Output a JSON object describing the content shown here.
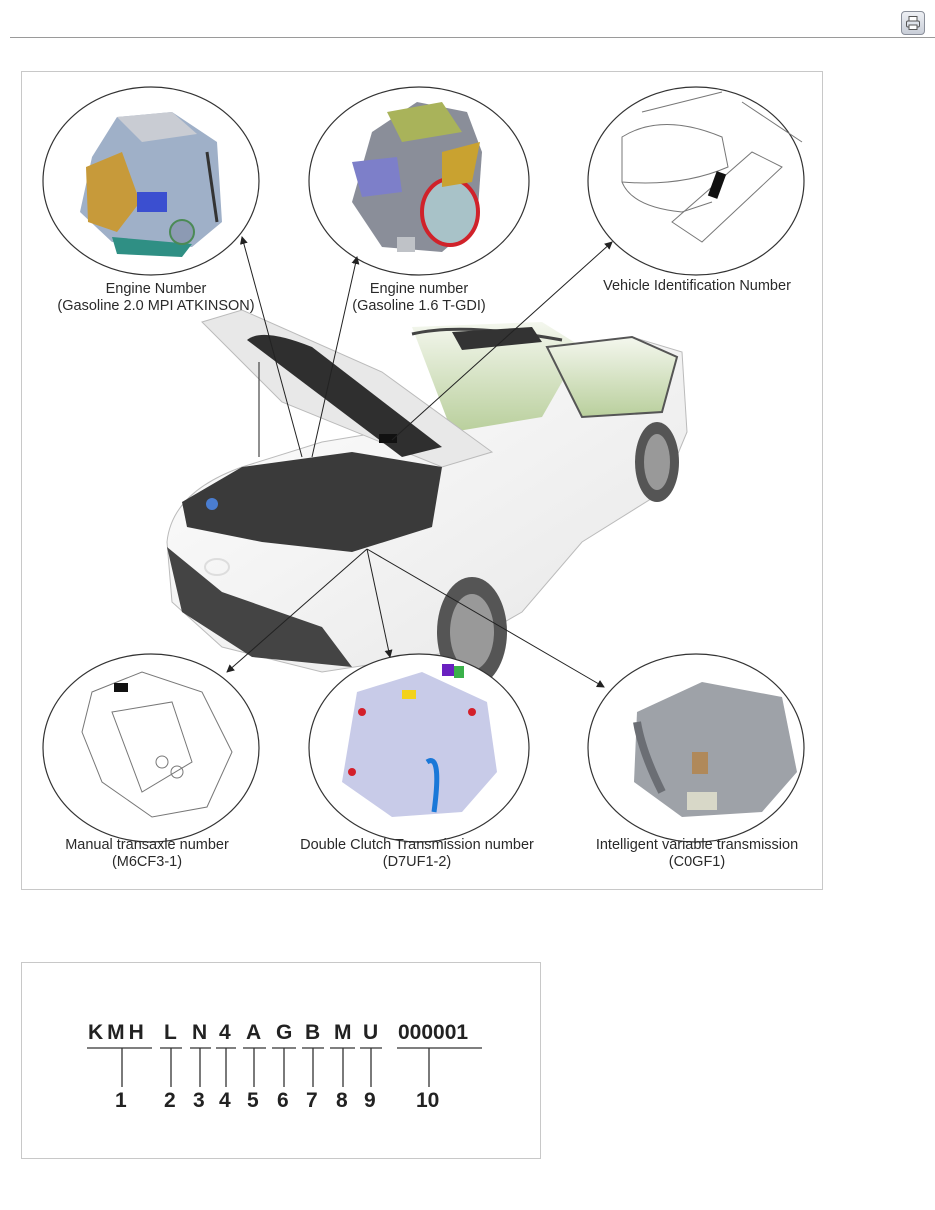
{
  "toolbar": {
    "print_icon": "printer-icon"
  },
  "figure_components": {
    "engine_2_0": {
      "title": "Engine Number",
      "subtitle": "(Gasoline 2.0 MPI ATKINSON)"
    },
    "engine_1_6": {
      "title": "Engine number",
      "subtitle": "(Gasoline 1.6 T-GDI)"
    },
    "vin_location": {
      "title": "Vehicle Identification Number"
    },
    "manual_transaxle": {
      "title": "Manual transaxle number",
      "subtitle": "(M6CF3-1)"
    },
    "dct": {
      "title": "Double Clutch Transmission number",
      "subtitle": "(D7UF1-2)"
    },
    "ivt": {
      "title": "Intelligent variable transmission",
      "subtitle": "(C0GF1)"
    }
  },
  "figure_vin": {
    "groups": [
      {
        "chars": "KMH",
        "index": "1"
      },
      {
        "chars": "L",
        "index": "2"
      },
      {
        "chars": "N",
        "index": "3"
      },
      {
        "chars": "4",
        "index": "4"
      },
      {
        "chars": "A",
        "index": "5"
      },
      {
        "chars": "G",
        "index": "6"
      },
      {
        "chars": "B",
        "index": "7"
      },
      {
        "chars": "M",
        "index": "8"
      },
      {
        "chars": "U",
        "index": "9"
      },
      {
        "chars": "000001",
        "index": "10"
      }
    ]
  }
}
